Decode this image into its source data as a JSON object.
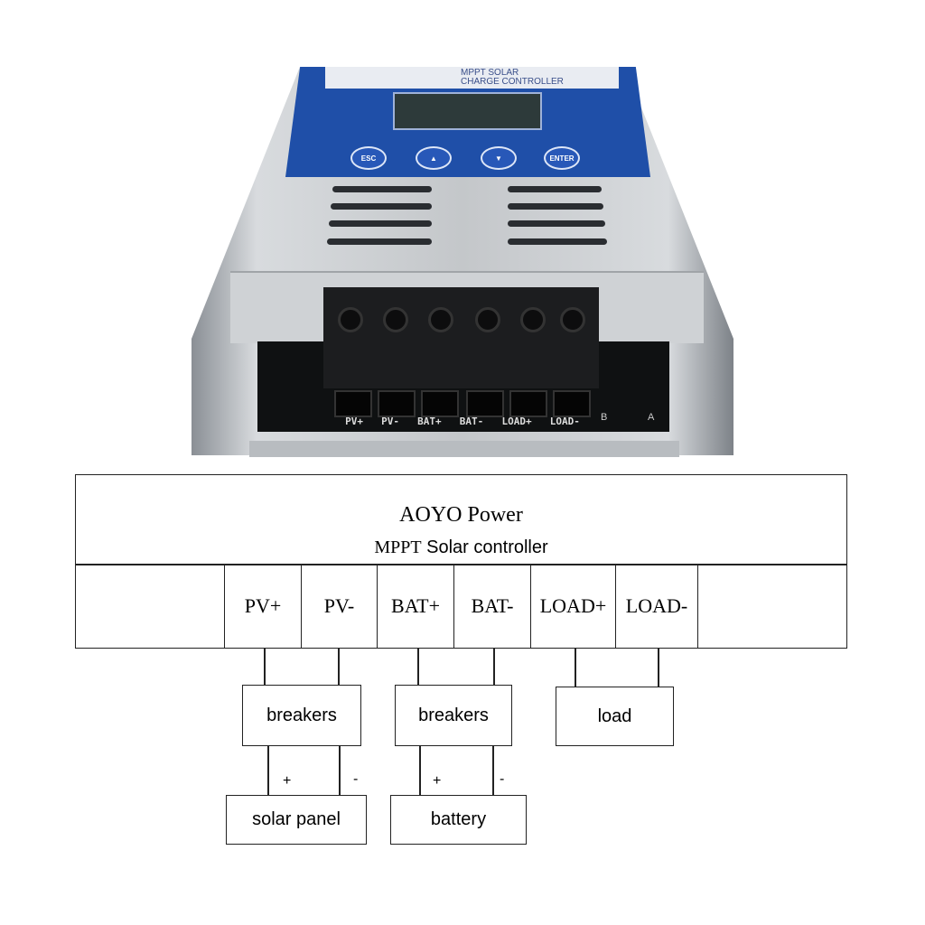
{
  "photo": {
    "panel_label": [
      "MPPT SOLAR",
      "CHARGE CONTROLLER"
    ],
    "buttons": [
      "ESC",
      "▲",
      "▼",
      "ENTER"
    ],
    "terminal_labels": [
      "PV+",
      "PV-",
      "BAT+",
      "BAT-",
      "LOAD+",
      "LOAD-"
    ],
    "pcb_side_labels": [
      "B",
      "A"
    ]
  },
  "diagram": {
    "brand": "AOYO Power",
    "subtitle_prefix": "MPPT",
    "subtitle_suffix": "Solar controller",
    "terminals": [
      "PV+",
      "PV-",
      "BAT+",
      "BAT-",
      "LOAD+",
      "LOAD-"
    ],
    "pv_breakers": "breakers",
    "bat_breakers": "breakers",
    "load": "load",
    "solar_panel": "solar panel",
    "battery": "battery",
    "plus": "+",
    "minus": "-"
  }
}
